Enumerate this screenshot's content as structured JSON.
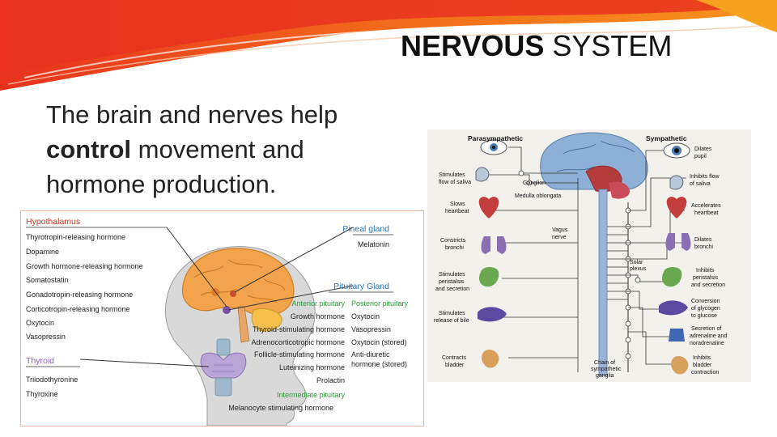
{
  "slide": {
    "title_bold": "NERVOUS",
    "title_rest": " SYSTEM",
    "body_line1": "The brain and nerves help",
    "body_bold": "control",
    "body_line2_rest": " movement and",
    "body_line3": "hormone production."
  },
  "colors": {
    "banner_red": "#e8321e",
    "banner_orange": "#f7941d",
    "accent_red": "#c0392b",
    "accent_blue": "#2e75b6",
    "accent_green": "#2e9a3a"
  },
  "endocrine": {
    "hypothalamus": {
      "heading": "Hypothalamus",
      "items": [
        "Thyrotropin-releasing hormone",
        "Dopamine",
        "Growth hormone-releasing hormone",
        "Somatostatin",
        "Gonadotropin-releasing hormone",
        "Corticotropin-releasing hormone",
        "Oxytocin",
        "Vasopressin"
      ]
    },
    "thyroid": {
      "heading": "Thyroid",
      "items": [
        "Triiodothyronine",
        "Thyroxine"
      ]
    },
    "pineal": {
      "heading": "Pineal gland",
      "item": "Melatonin"
    },
    "pituitary": {
      "heading": "Pituitary Gland",
      "anterior_heading": "Anterior pituitary",
      "anterior_items": [
        "Growth hormone",
        "Thyroid-stimulating hormone",
        "Adrenocorticotropic hormone",
        "Follicle-stimulating hormone",
        "Luteinizing hormone",
        "Prolactin"
      ],
      "posterior_heading": "Posterior pituitary",
      "posterior_items": [
        "Oxytocin",
        "Vasopressin",
        "Oxytocin (stored)",
        "Anti-diuretic",
        "hormone (stored)"
      ],
      "intermediate_heading": "Intermediate pituitary",
      "intermediate_item": "Melanocyte stimulating hormone"
    }
  },
  "autonomic": {
    "parasympathetic": "Parasympathetic",
    "sympathetic": "Sympathetic",
    "ganglion": "Ganglion",
    "medulla": "Medulla oblongata",
    "vagus": [
      "Vagus",
      "nerve"
    ],
    "solar": [
      "Solar",
      "plexus"
    ],
    "chain": [
      "Chain of",
      "sympathetic",
      "ganglia"
    ],
    "left_labels": [
      [
        "Stimulates",
        "flow of saliva"
      ],
      [
        "Slows",
        "heartbeat"
      ],
      [
        "Constricts",
        "bronchi"
      ],
      [
        "Stimulates",
        "peristalsis",
        "and secretion"
      ],
      [
        "Stimulates",
        "release of bile"
      ],
      [
        "Contracts",
        "bladder"
      ]
    ],
    "right_labels": [
      [
        "Dilates",
        "pupil"
      ],
      [
        "Inhibits flow",
        "of saliva"
      ],
      [
        "Accelerates",
        "heartbeat"
      ],
      [
        "Dilates",
        "bronchi"
      ],
      [
        "Inhibits",
        "peristalsis",
        "and secretion"
      ],
      [
        "Conversion",
        "of glycogen",
        "to glucose"
      ],
      [
        "Secretion of",
        "adrenaline and",
        "noradrenaline"
      ],
      [
        "Inhibits",
        "bladder",
        "contraction"
      ]
    ]
  }
}
